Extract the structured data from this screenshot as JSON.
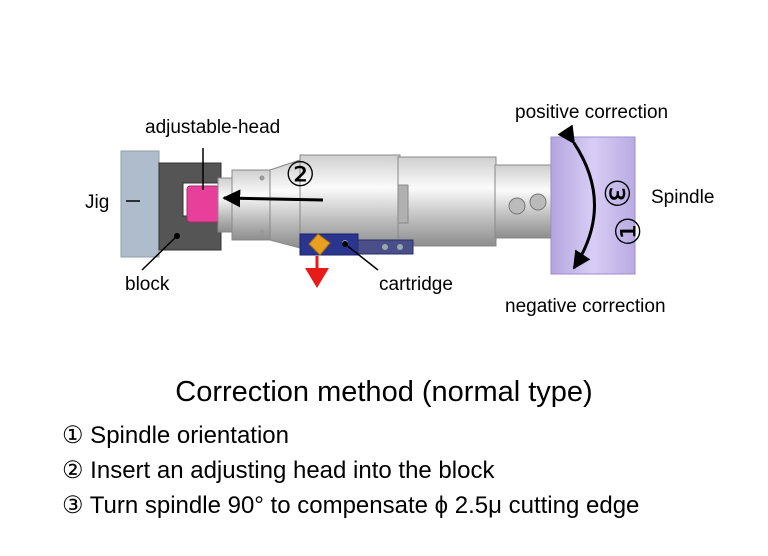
{
  "labels": {
    "adjustable_head": "adjustable-head",
    "jig": "Jig",
    "block": "block",
    "cartridge": "cartridge",
    "spindle": "Spindle",
    "positive_correction": "positive correction",
    "negative_correction": "negative correction",
    "marker_step2": "②",
    "marker_step3": "③",
    "marker_step1": "①"
  },
  "caption": "Correction method (normal type)",
  "steps": [
    "① Spindle orientation",
    "② Insert an adjusting head into the block",
    "③ Turn spindle 90° to compensate  ϕ 2.5μ cutting edge"
  ],
  "colors": {
    "spindle_ring": "#c9bbef",
    "adjustable_head": "#e8409a",
    "cartridge": "#2a3590",
    "insert": "#e8a020",
    "arrow_red": "#e81b1b",
    "jig": "#aebccb",
    "block": "#555555"
  }
}
